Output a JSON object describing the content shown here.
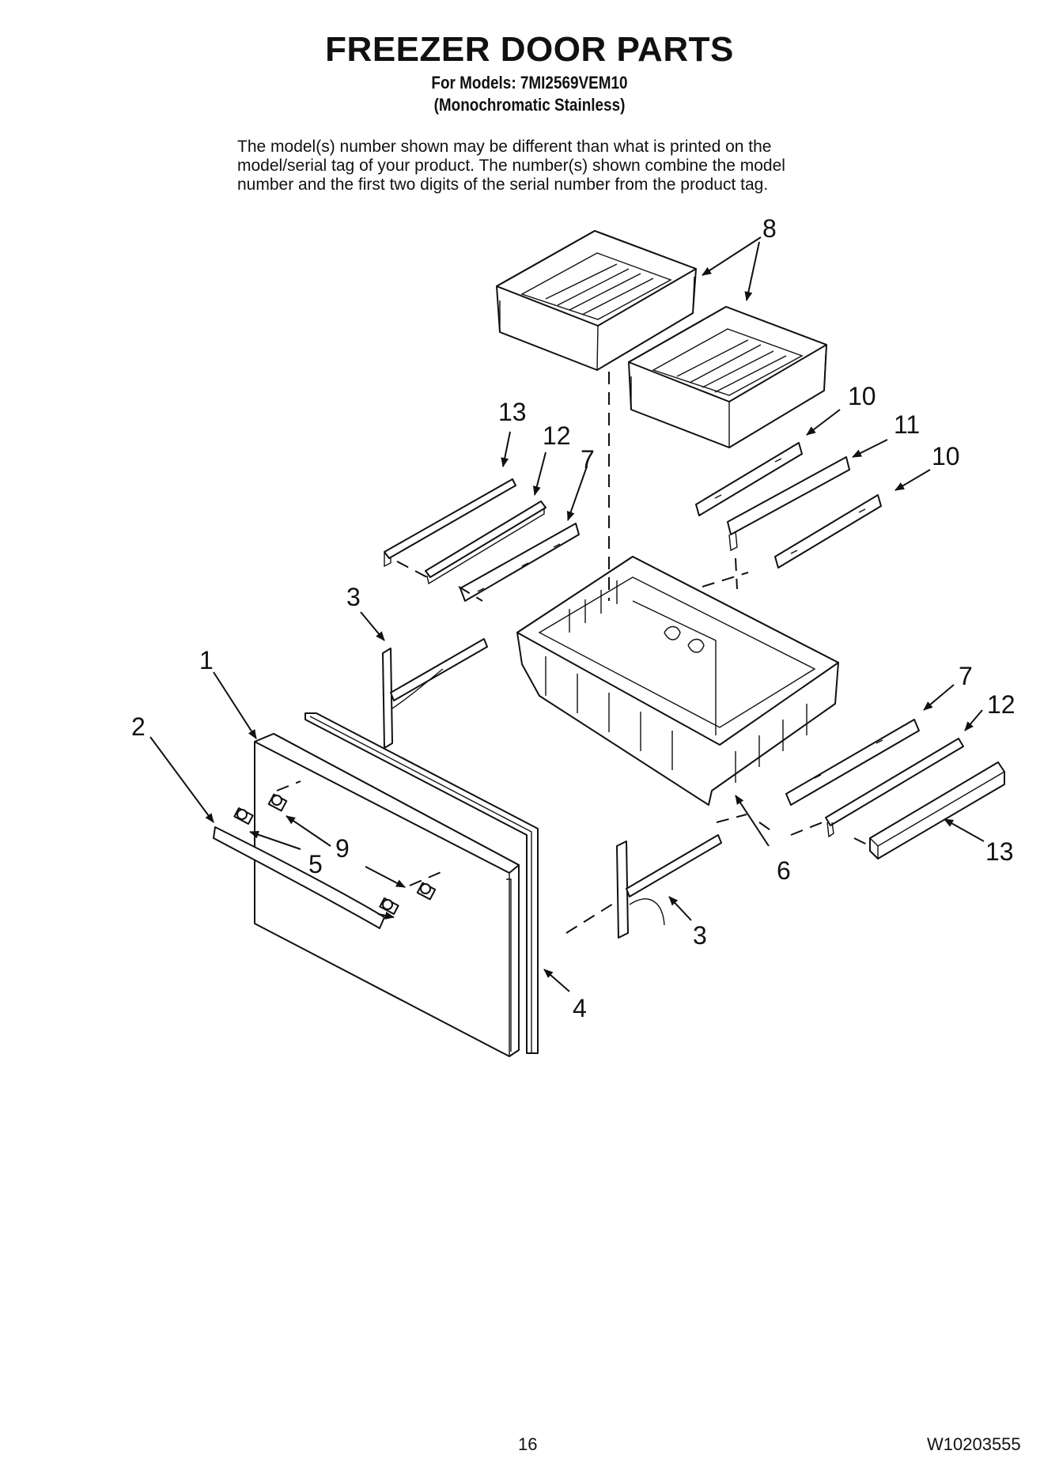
{
  "header": {
    "title": "FREEZER DOOR PARTS",
    "models_line": "For Models: 7MI2569VEM10",
    "finish_line": "(Monochromatic Stainless)"
  },
  "note_lines": [
    "The model(s) number shown may be different than what is printed on the",
    "model/serial tag of your product. The number(s) shown combine the model",
    "number and the first two digits of the serial number from the product tag."
  ],
  "callouts": {
    "c1": "1",
    "c2": "2",
    "c3a": "3",
    "c3b": "3",
    "c4": "4",
    "c5": "5",
    "c6": "6",
    "c7a": "7",
    "c7b": "7",
    "c8": "8",
    "c9": "9",
    "c10a": "10",
    "c10b": "10",
    "c11": "11",
    "c12a": "12",
    "c12b": "12",
    "c13a": "13",
    "c13b": "13"
  },
  "footer": {
    "page_number": "16",
    "document_id": "W10203555"
  }
}
